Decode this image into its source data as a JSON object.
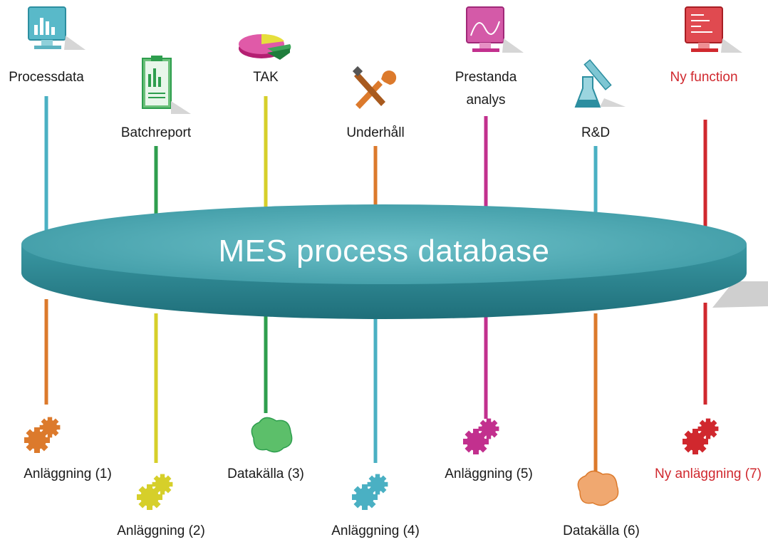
{
  "database": {
    "title": "MES process database"
  },
  "colors": {
    "cyan": "#4ab0c3",
    "green": "#2e9e4e",
    "yellow": "#d6cf2a",
    "orange": "#dc7a2c",
    "magenta": "#c2308e",
    "red": "#d0282e",
    "db_top": "#4aa6b0",
    "db_side": "#2e8894"
  },
  "functions": [
    {
      "label": "Processdata",
      "icon": "monitor-bar-chart-icon",
      "color": "cyan"
    },
    {
      "label": "Batchreport",
      "icon": "clipboard-report-icon",
      "color": "green"
    },
    {
      "label": "TAK",
      "icon": "pie-chart-icon",
      "color": "yellow"
    },
    {
      "label": "Underhåll",
      "icon": "wrench-screwdriver-icon",
      "color": "orange"
    },
    {
      "label": "Prestanda\nanalys",
      "label_line1": "Prestanda",
      "label_line2": "analys",
      "icon": "monitor-curve-icon",
      "color": "magenta"
    },
    {
      "label": "R&D",
      "icon": "lab-flask-icon",
      "color": "cyan"
    },
    {
      "label": "Ny function",
      "icon": "monitor-red-icon",
      "color": "red"
    }
  ],
  "sources": [
    {
      "label": "Anläggning (1)",
      "icon": "gears-icon",
      "color": "orange"
    },
    {
      "label": "Anläggning (2)",
      "icon": "gears-icon",
      "color": "yellow"
    },
    {
      "label": "Datakälla (3)",
      "icon": "cloud-icon",
      "color": "green"
    },
    {
      "label": "Anläggning (4)",
      "icon": "gears-icon",
      "color": "cyan"
    },
    {
      "label": "Anläggning (5)",
      "icon": "gears-icon",
      "color": "magenta"
    },
    {
      "label": "Datakälla (6)",
      "icon": "cloud-icon",
      "color": "orange"
    },
    {
      "label": "Ny anläggning (7)",
      "icon": "gears-icon",
      "color": "red"
    }
  ]
}
